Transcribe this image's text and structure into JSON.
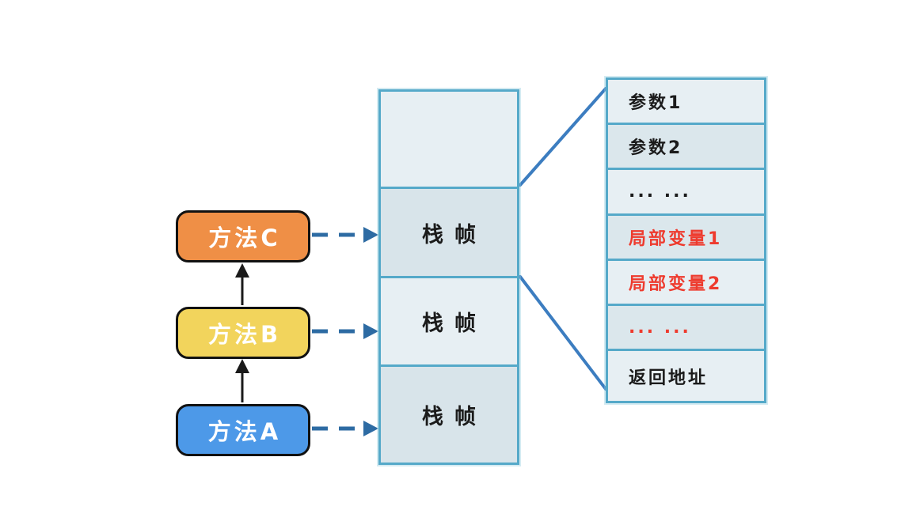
{
  "colors": {
    "canvas_bg": "#ffffff",
    "box_border": "#111111",
    "teal_border": "#55a9c9",
    "dashed_arrow": "#2d6ba3",
    "diagonal_line": "#3c7dc0",
    "black_arrow": "#1a1a1a",
    "method_text": "#ffffff"
  },
  "methods": [
    {
      "label": "方法C",
      "color": "#ef8f46"
    },
    {
      "label": "方法B",
      "color": "#f2d45c"
    },
    {
      "label": "方法A",
      "color": "#4d99e8"
    }
  ],
  "stack": {
    "cells": [
      {
        "label": "",
        "bg": "#e7eff3"
      },
      {
        "label": "栈帧",
        "bg": "#d8e4ea"
      },
      {
        "label": "栈帧",
        "bg": "#e7eff3"
      },
      {
        "label": "栈帧",
        "bg": "#d8e4ea"
      }
    ]
  },
  "frame_detail": {
    "rows": [
      {
        "label": "参数1",
        "color": "#1b1b1b",
        "bg": "#e7eff3"
      },
      {
        "label": "参数2",
        "color": "#1b1b1b",
        "bg": "#dbe7ec"
      },
      {
        "label": "... ...",
        "color": "#1b1b1b",
        "bg": "#e7eff3"
      },
      {
        "label": "局部变量1",
        "color": "#ee3b2e",
        "bg": "#dbe7ec"
      },
      {
        "label": "局部变量2",
        "color": "#ee3b2e",
        "bg": "#e7eff3"
      },
      {
        "label": "... ...",
        "color": "#ee3b2e",
        "bg": "#dbe7ec"
      },
      {
        "label": "返回地址",
        "color": "#1b1b1b",
        "bg": "#e7eff3"
      }
    ]
  }
}
